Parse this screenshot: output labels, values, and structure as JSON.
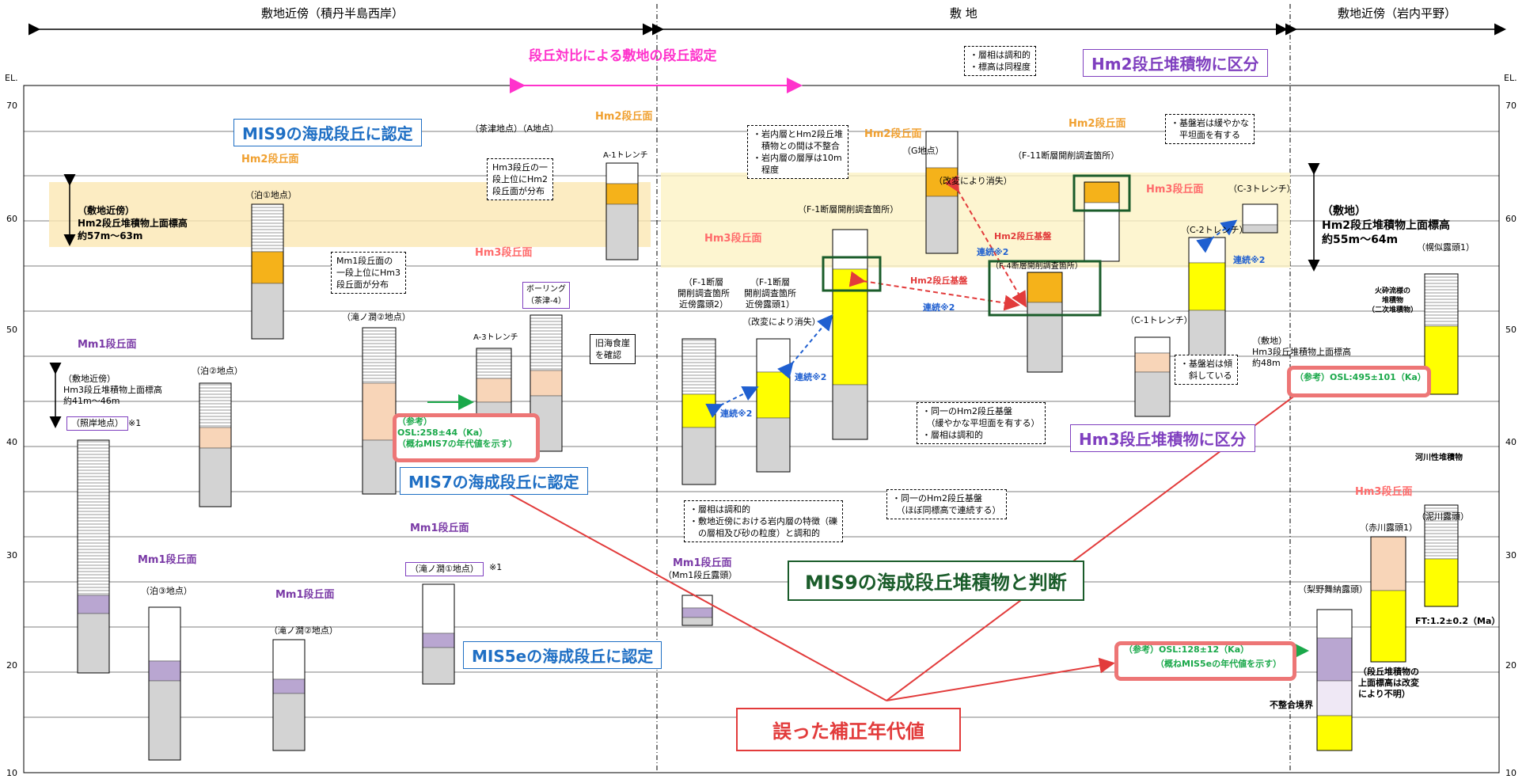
{
  "regions": {
    "left": "敷地近傍（積丹半島西岸）",
    "center": "敷 地",
    "right": "敷地近傍（岩内平野）"
  },
  "elevation_axis": {
    "label": "EL.",
    "ticks": [
      "70",
      "60",
      "50",
      "40",
      "30",
      "20",
      "10"
    ]
  },
  "titles": {
    "terrace_comparison": "段丘対比による敷地の段丘認定",
    "hm2_divide": "Hm2段丘堆積物に区分",
    "hm3_divide": "Hm3段丘堆積物に区分",
    "mis9_judge": "MIS9の海成段丘堆積物と判断",
    "mis9_recognize": "MIS9の海成段丘に認定",
    "mis7_recognize": "MIS7の海成段丘に認定",
    "mis5e_recognize": "MIS5eの海成段丘に認定",
    "wrong_age": "誤った補正年代値"
  },
  "surfaces": {
    "hm2": "Hm2段丘面",
    "hm3": "Hm3段丘面",
    "mm1": "Mm1段丘面"
  },
  "locations": {
    "tomari1": "（泊①地点）",
    "tomari2": "（泊②地点）",
    "tomari3": "（泊③地点）",
    "takinoma2": "（滝ノ澗②地点）",
    "takinoma2_low": "（滝ノ澗②地点）",
    "takinoma1": "（滝ノ澗①地点）",
    "terugishi": "（照岸地点）",
    "chatsu_a": "（茶津地点）（A地点）",
    "a1_trench": "A-1トレンチ",
    "a3_trench": "A-3トレンチ",
    "boring": "ボーリング\n（茶津-4）",
    "old_cliff": "旧海食崖\nを確認",
    "g_point": "（G地点）",
    "f11": "（F-11断層開削調査箇所）",
    "f1_main": "（F-1断層開削調査箇所）",
    "f4": "（F-4断層開削調査箇所）",
    "f1_near2": "（F-1断層\n開削調査箇所\n近傍露頭2）",
    "f1_near1": "（F-1断層\n開削調査箇所\n近傍露頭1）",
    "c1_trench": "（C-1トレンチ）",
    "c2_trench": "（C-2トレンチ）",
    "c3_trench": "（C-3トレンチ）",
    "mm1_outcrop": "（Mm1段丘露頭）",
    "horonu": "（幌似露頭1）",
    "akagawa": "（赤川露頭1）",
    "dorokawa": "（泥川露頭）",
    "rinoyamai": "（梨野舞納露頭）"
  },
  "notes": {
    "site_near_hm2": "（敷地近傍）\nHm2段丘堆積物上面標高\n約57m～63m",
    "site_hm2": "（敷地）\nHm2段丘堆積物上面標高\n約55m～64m",
    "site_near_hm3": "（敷地近傍）\nHm3段丘堆積物上面標高\n約41m～46m",
    "site_hm3": "（敷地）\nHm3段丘堆積物上面標高\n約48m",
    "mm1_upper": "Mm1段丘面の\n一段上位にHm3\n段丘面が分布",
    "hm3_upper": "Hm3段丘の一\n段上位にHm2\n段丘面が分布",
    "facies_top": "・層相は調和的\n・標高は同程度",
    "iwauchi_layer": "・岩内層とHm2段丘堆\n　積物との間は不整合\n・岩内層の層厚は10m\n　程度",
    "bedrock_flat": "・基盤岩は緩やかな\n　平坦面を有する",
    "bedrock_tilt": "・基盤岩は傾\n　斜している",
    "same_base": "・同一のHm2段丘基盤\n　（緩やかな平坦面を有する）\n・層相は調和的",
    "same_base2": "・同一のHm2段丘基盤\n　（ほぼ同標高で連続する）",
    "facies_bottom": "・層相は調和的\n・敷地近傍における岩内層の特徴（礫\n　の層相及び砂の粒度）と調和的",
    "modified1": "（改変により消失）",
    "modified2": "（改変により消失）",
    "volcanic": "火砕流様の\n堆積物\n（二次堆積物）",
    "river": "河川性堆積物",
    "ft_age": "FT:1.2±0.2（Ma）",
    "unknown_top": "（段丘堆積物の\n上面標高は改変\nにより不明）",
    "unconformity": "不整合境界",
    "note1": "※1",
    "note1b": "※1"
  },
  "links": {
    "hm2_base": "Hm2段丘基盤",
    "hm2_base2": "Hm2段丘基盤",
    "continuous": "連続※2"
  },
  "osl": {
    "ref_label": "（参考）",
    "mis7": "OSL:258±44（Ka）",
    "mis7_note": "（概ねMIS7の年代値を示す）",
    "mis5e": "OSL:128±12（Ka）",
    "mis5e_note": "（概ねMIS5eの年代値を示す）",
    "mis9": "（参考）OSL:495±101（Ka）"
  },
  "colors": {
    "yellow": "#ffff00",
    "orange": "#f5b21a",
    "peach": "#f8d5b8",
    "purple": "#b9a6d1",
    "gray": "#d3d3d3",
    "band": "#fbe7b3",
    "red": "#e23b3b",
    "green_frame": "#1a5c2a"
  }
}
